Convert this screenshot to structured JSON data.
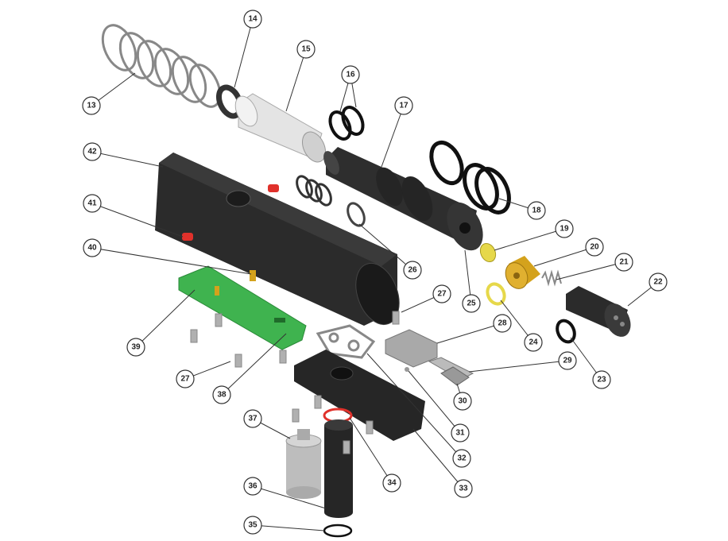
{
  "diagram": {
    "type": "exploded-parts-view",
    "callouts": [
      "13",
      "14",
      "15",
      "16",
      "17",
      "18",
      "19",
      "20",
      "21",
      "22",
      "23",
      "24",
      "25",
      "26",
      "27",
      "28",
      "29",
      "30",
      "31",
      "32",
      "33",
      "34",
      "35",
      "36",
      "37",
      "38",
      "39",
      "40",
      "41",
      "42",
      "27"
    ]
  },
  "colors": {
    "housing": "#2b2b2b",
    "pcb": "#3fb34f",
    "gold": "#d4a21c",
    "yellow": "#e6d84a",
    "red_pin": "#e0312b",
    "grey_part": "#b9b9b9",
    "white_tube": "#e4e4e4",
    "callout_stroke": "#333333"
  }
}
